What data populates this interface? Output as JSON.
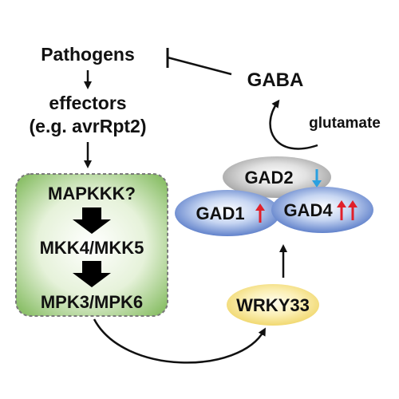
{
  "nodes": {
    "pathogens": "Pathogens",
    "effectors_line1": "effectors",
    "effectors_line2": "(e.g. avrRpt2)",
    "gaba": "GABA",
    "glutamate": "glutamate",
    "mapkkk": "MAPKKK?",
    "mkk": "MKK4/MKK5",
    "mpk": "MPK3/MPK6",
    "gad2": "GAD2",
    "gad1": "GAD1",
    "gad4": "GAD4",
    "wrky33": "WRKY33"
  },
  "colors": {
    "red_up": "#e0202a",
    "blue_down": "#2aa0e0",
    "green_box": "#a8d18a",
    "gad_blue": "#4f73c4",
    "gad_gray": "#9a9a9a",
    "wrky_yellow": "#f2d96a"
  },
  "regulation_marks": {
    "gad2": "down",
    "gad1": "up",
    "gad4": "double-up"
  }
}
